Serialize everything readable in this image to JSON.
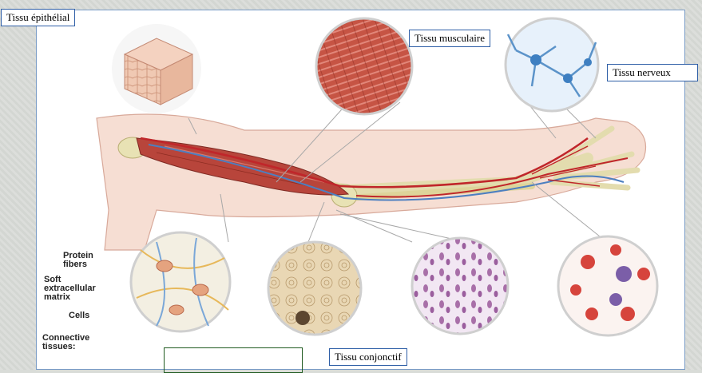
{
  "labels": {
    "epithelial": "Tissu épithélial",
    "muscle": "Tissu musculaire",
    "nervous": "Tissu nerveux",
    "connective_fr": "Tissu conjonctif"
  },
  "figure_text": {
    "protein_fibers": "Protein fibers",
    "soft_matrix": "Soft extracellular matrix",
    "cells": "Cells",
    "connective_tissues": "Connective tissues:"
  },
  "colors": {
    "label_border": "#2f5fa7",
    "muscle": "#b8453b",
    "nerve": "#5b93c9",
    "artery": "#c0262a",
    "skin": "#f3d6c9",
    "bone": "#e3dcae"
  }
}
